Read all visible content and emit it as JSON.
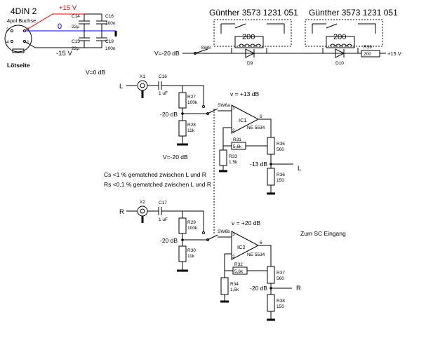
{
  "connector": {
    "title": "4DIN 2",
    "subtitle": "4pol Buchse",
    "side_label": "Lötseite",
    "pins": [
      "2",
      "4",
      "1",
      "3"
    ]
  },
  "supply": {
    "pos": "+15 V",
    "zero": "0",
    "neg": "-15 V",
    "c14": "C14",
    "c14v": "22µ",
    "c16": "C16",
    "c16v": "100n",
    "c15": "C15",
    "c15v": "22µ",
    "c19": "C19",
    "c19v": "100n",
    "pos_color": "#e00000",
    "zero_color": "#0000e0"
  },
  "relays": {
    "r1_title": "Günther 3573 1231 051",
    "r2_title": "Günther 3573 1231 051",
    "coil1": "200",
    "coil2": "200",
    "d9": "D9",
    "d10": "D10",
    "r39": "R39",
    "r39v": "200",
    "plus15": "+15 V",
    "sw8": "SW8",
    "v_minus20": "V=-20 dB"
  },
  "notes": {
    "v0": "V=0 dB",
    "vm20": "V=-20 dB",
    "cs": "Cs <1 % gematched zwischen L und R",
    "rs": "Rs <0,1 % gematched zwischen L und R",
    "sc": "Zum SC Eingang"
  },
  "left": {
    "in": "L",
    "x": "X1",
    "c": "C16",
    "cv": "1 uF",
    "r27": "R27",
    "r27v": "100k",
    "r28": "R28",
    "r28v": "11k",
    "m20": "-20 dB",
    "sw": "SW6a",
    "gain": "v = +13 dB",
    "ic": "IC1",
    "opamp": "NE 5534",
    "pin2": "2",
    "pin3": "3",
    "pin6": "6",
    "r31": "R31",
    "r31v": "5,6k",
    "r33": "R33",
    "r33v": "1,5k",
    "r35": "R35",
    "r35v": "560",
    "r36": "R36",
    "r36v": "150",
    "out_db": "-13 dB",
    "out": "L"
  },
  "right": {
    "in": "R",
    "x": "X2",
    "c": "C17",
    "cv": "1 uF",
    "r29": "R29",
    "r29v": "100k",
    "r30": "R30",
    "r30v": "11k",
    "m20": "-20 dB",
    "sw": "SW6b",
    "gain": "v = +20 dB",
    "ic": "IC2",
    "opamp": "NE 5534",
    "pin2": "2",
    "pin3": "3",
    "pin6": "6",
    "r32": "R32",
    "r32v": "5,6k",
    "r34": "R34",
    "r34v": "1,5k",
    "r37": "R37",
    "r37v": "560",
    "r38": "R38",
    "r38v": "150",
    "out_db": "-20 dB",
    "out": "R"
  }
}
